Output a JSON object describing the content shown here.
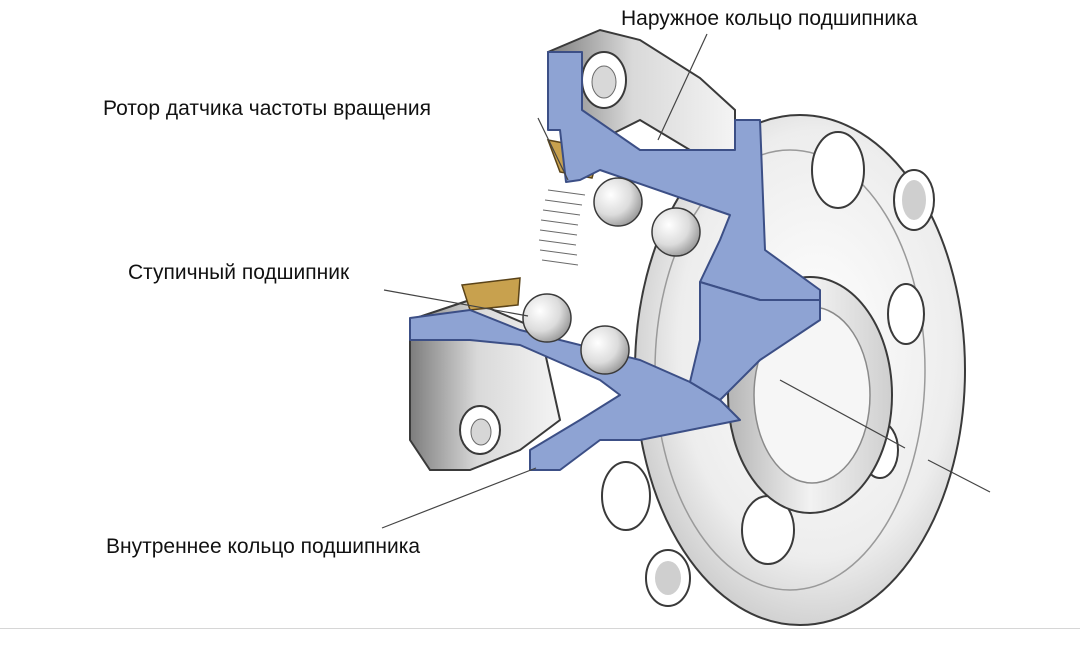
{
  "labels": {
    "outer_ring": "Наружное кольцо подшипника",
    "speed_sensor_rotor": "Ротор датчика частоты вращения",
    "hub_bearing": "Ступичный подшипник",
    "inner_ring": "Внутреннее кольцо подшипника"
  },
  "colors": {
    "section_blue": "#8ea3d3",
    "section_stroke": "#3c4f86",
    "rotor_bronze": "#c8a14e",
    "metal_light": "#ececec",
    "metal_mid": "#bfbfbf",
    "metal_dark": "#7a7a7a",
    "outline": "#3a3a3a",
    "leader_line": "#444444"
  }
}
